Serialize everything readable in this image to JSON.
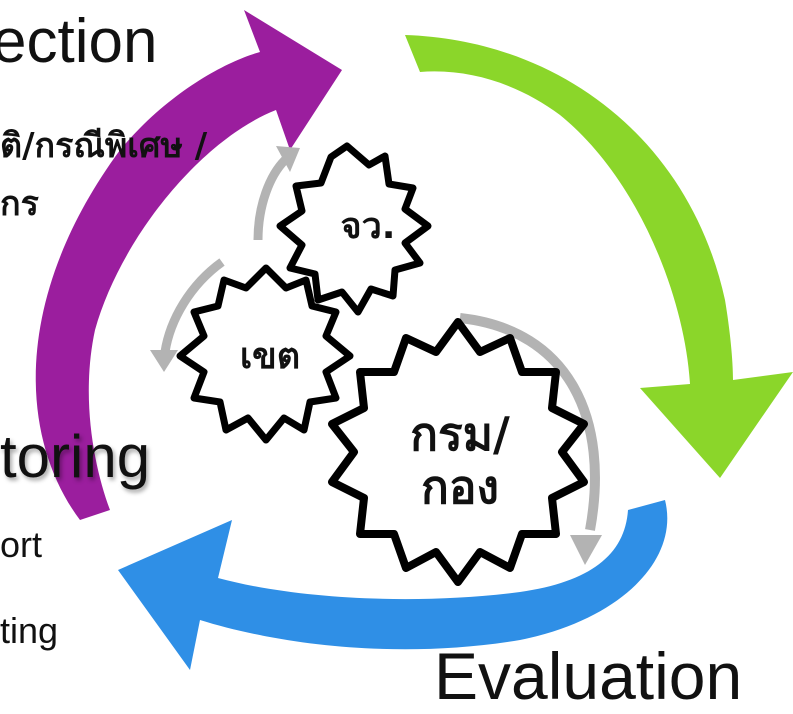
{
  "direction": {
    "title": "ection",
    "line1": "ติ/กรณีพิเศษ /",
    "line2": "กร"
  },
  "monitoring": {
    "title": "toring",
    "line1": "ort",
    "line2": "ting"
  },
  "evaluation": {
    "title": "Evaluation"
  },
  "gears": {
    "top": "จว.",
    "left": "เขต",
    "big_line1": "กรม/",
    "big_line2": "กอง"
  },
  "colors": {
    "arrow_direction": "#9b1e9e",
    "arrow_evaluation": "#8bd62a",
    "arrow_monitoring": "#2f8fe6",
    "cycle_arrows": "#b3b3b3",
    "gear_stroke": "#000000",
    "gear_fill": "#ffffff"
  }
}
